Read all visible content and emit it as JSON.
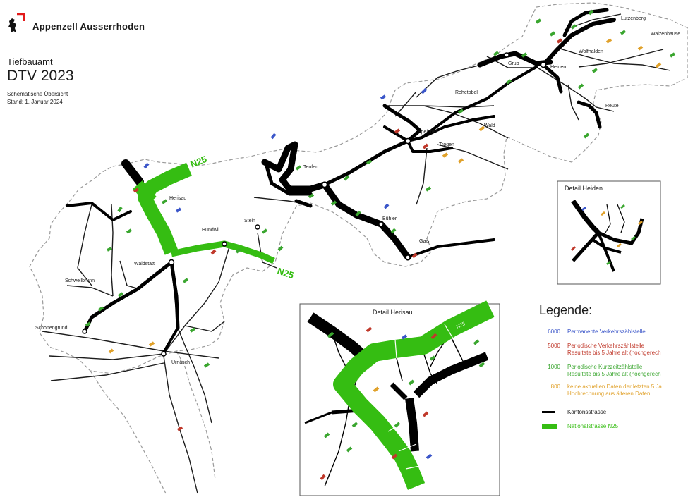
{
  "header": {
    "organization": "Appenzell Ausserrhoden",
    "department": "Tiefbauamt",
    "title": "DTV 2023",
    "subtitle": "Schematische Übersicht",
    "date": "Stand: 1. Januar 2024"
  },
  "places": [
    {
      "id": "luetzenberg",
      "label": "Lutzenberg"
    },
    {
      "id": "walzenhausen",
      "label": "Walzenhause"
    },
    {
      "id": "wolfhalden",
      "label": "Wolfhalden"
    },
    {
      "id": "grub",
      "label": "Grub"
    },
    {
      "id": "heiden",
      "label": "Heiden"
    },
    {
      "id": "rehetobel",
      "label": "Rehetobel"
    },
    {
      "id": "reute",
      "label": "Reute"
    },
    {
      "id": "wald",
      "label": "Wald"
    },
    {
      "id": "speicher",
      "label": "Speicher"
    },
    {
      "id": "trogen",
      "label": "Trogen"
    },
    {
      "id": "teufen",
      "label": "Teufen"
    },
    {
      "id": "herisau",
      "label": "Herisau"
    },
    {
      "id": "stein",
      "label": "Stein"
    },
    {
      "id": "hundwil",
      "label": "Hundwil"
    },
    {
      "id": "buehler",
      "label": "Bühler"
    },
    {
      "id": "gais",
      "label": "Gais"
    },
    {
      "id": "waldstatt",
      "label": "Waldstatt"
    },
    {
      "id": "schwellbrunn",
      "label": "Schwellbrunn"
    },
    {
      "id": "schoenengrund",
      "label": "Schönengrund"
    },
    {
      "id": "urnaesch",
      "label": "Urnäsch"
    }
  ],
  "motorway": {
    "label": "N25"
  },
  "insets": {
    "heiden": {
      "title": "Detail Heiden"
    },
    "herisau": {
      "title": "Detail Herisau",
      "motorway_label": "N25"
    }
  },
  "legend": {
    "title": "Legende:",
    "items": [
      {
        "sample": "6000",
        "color": "#3b56c9",
        "lines": [
          "Permanente Verkehrszählstelle"
        ]
      },
      {
        "sample": "5000",
        "color": "#c0392b",
        "lines": [
          "Periodische Verkehrszählstelle",
          "Resultate bis 5 Jahre alt (hochgerech"
        ]
      },
      {
        "sample": "1000",
        "color": "#3aa62f",
        "lines": [
          "Periodische Kurzzeitzählstelle",
          "Resultate bis 5 Jahre alt (hochgerech"
        ]
      },
      {
        "sample": "800",
        "color": "#e0a12a",
        "lines": [
          "keine aktuellen Daten der letzten 5 Ja",
          "Hochrechnung aus älteren Daten"
        ]
      }
    ],
    "line_items": [
      {
        "label": "Kantonsstrasse",
        "color": "#000000"
      },
      {
        "label": "Nationalstrasse N25",
        "color": "#33bb11"
      }
    ]
  },
  "colors": {
    "cantonal_road": "#000000",
    "national_road": "#35bd12",
    "boundary": "#9a9a9a",
    "count_permanent": "#3b56c9",
    "count_periodic": "#c0392b",
    "count_short": "#3aa62f",
    "count_old": "#e0a12a"
  }
}
